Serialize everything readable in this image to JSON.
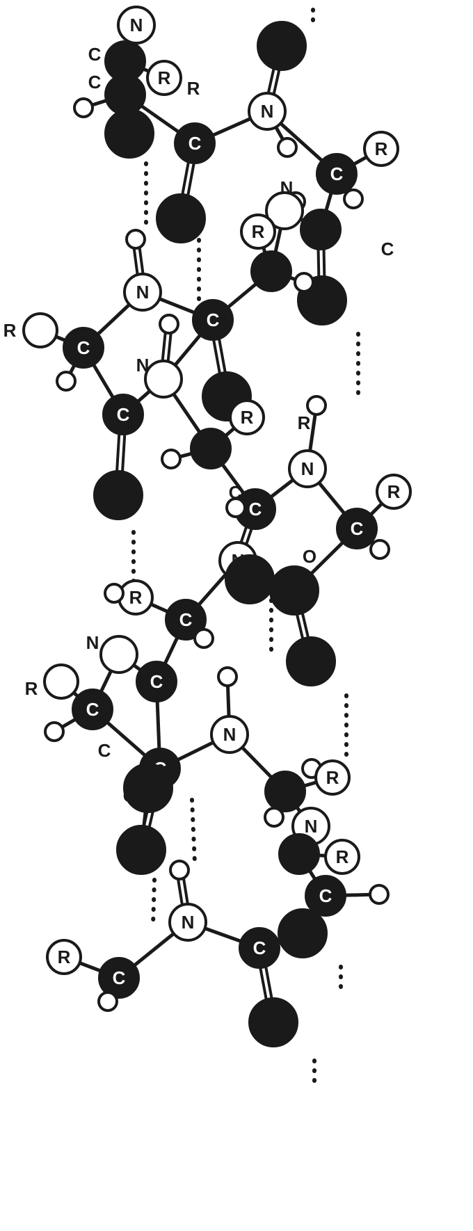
{
  "labels": {
    "N": "N",
    "C": "C",
    "R": "R",
    "O": "O"
  },
  "colors": {
    "background": "#ffffff",
    "ink": "#1a1a1a",
    "dark_atom": "#1a1a1a",
    "light_atom": "#ffffff"
  },
  "legend": {
    "dark_sphere": "carbonyl oxygen (unlabeled dark atom)",
    "white_small": "hydrogen (unlabeled small white atom)",
    "dotted_line": "hydrogen bond"
  }
}
